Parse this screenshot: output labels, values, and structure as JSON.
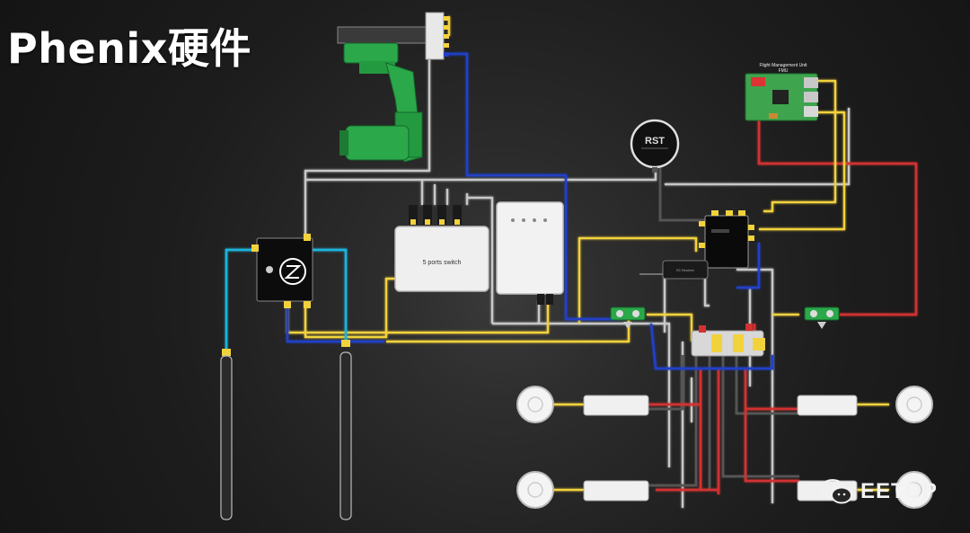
{
  "title": "Phenix硬件",
  "labels": {
    "switch": "5 ports switch",
    "fmu_title": "Flight Management Unit",
    "fmu_sub": "FMU",
    "gps_brand": "RST",
    "rc_receiver": "RC Receiver"
  },
  "watermark": {
    "text": "EETOP",
    "icon": "wechat-icon"
  },
  "colors": {
    "yellow": "#f2d23c",
    "blue": "#2140c8",
    "cyan": "#1eb4dc",
    "red": "#d23232",
    "gray": "#b4b4b4",
    "green": "#2ba84a"
  }
}
